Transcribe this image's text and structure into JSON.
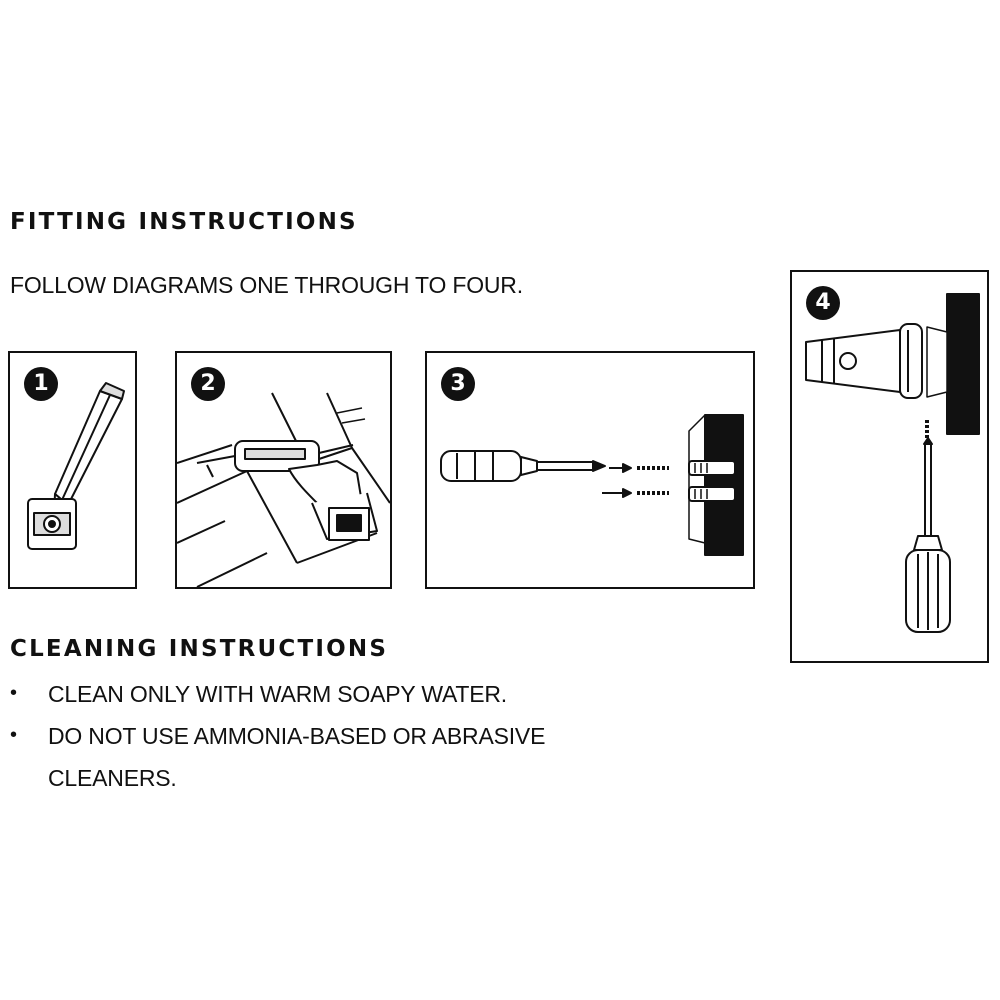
{
  "fitting": {
    "heading": "FITTING INSTRUCTIONS",
    "intro": "FOLLOW DIAGRAMS ONE THROUGH TO FOUR."
  },
  "steps": [
    {
      "number": "1",
      "icon": "pencil-marking-icon"
    },
    {
      "number": "2",
      "icon": "drill-icon"
    },
    {
      "number": "3",
      "icon": "screwdriver-screws-icon"
    },
    {
      "number": "4",
      "icon": "screwdriver-mounting-icon"
    }
  ],
  "cleaning": {
    "heading": "CLEANING INSTRUCTIONS",
    "bullet_symbol": "•",
    "items": [
      {
        "lines": [
          "CLEAN ONLY WITH WARM SOAPY WATER."
        ]
      },
      {
        "lines": [
          "DO NOT USE AMMONIA-BASED OR ABRASIVE",
          "CLEANERS."
        ]
      }
    ]
  }
}
